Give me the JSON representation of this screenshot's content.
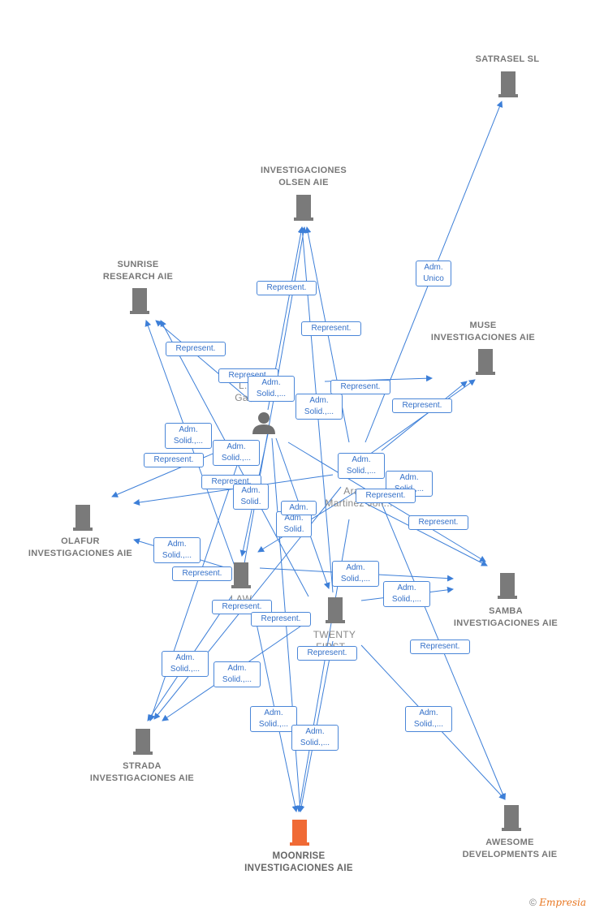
{
  "colors": {
    "link": "#3d7fd8",
    "building": "#7a7a7a",
    "main_building": "#f06a35",
    "tag_text": "#3470c8"
  },
  "nodes": {
    "satrasel": "SATRASEL  SL",
    "olsen": "INVESTIGACIONES\nOLSEN AIE",
    "sunrise": "SUNRISE\nRESEARCH AIE",
    "muse": "MUSE\nINVESTIGACIONES AIE",
    "olafur": "OLAFUR\nINVESTIGACIONES AIE",
    "samba": "SAMBA\nINVESTIGACIONES AIE",
    "strada": "STRADA\nINVESTIGACIONES AIE",
    "moonrise": "MOONRISE\nINVESTIGACIONES AIE",
    "awesome": "AWESOME\nDEVELOPMENTS AIE",
    "law_one": "LAW\nONE...",
    "twenty_first": "TWENTY\nFIRST...",
    "person_ga": "L...\nGa...",
    "person_araq": "Araq...\nMartinez Jon..."
  },
  "tags": {
    "t1": "Adm.\nUnico",
    "t2": "Represent.",
    "t3": "Represent.",
    "t4": "Represent.",
    "t5": "Represent.",
    "t6": "Adm.\nSolid.,...",
    "t7": "Represent.",
    "t8": "Adm.\nSolid.,...",
    "t9": "Represent.",
    "t10": "Adm.\nSolid.,...",
    "t11": "Adm.\nSolid.,...",
    "t12": "Represent.",
    "t13": "Adm.\nSolid.,...",
    "t14": "Represent.",
    "t15": "Adm.\nSolid.,...",
    "t16": "Represent.",
    "t17": "Adm.\nSolid.",
    "t18": "Adm.\nSolid.",
    "t19": "Adm.\nSolid.,...",
    "t20": "Adm.",
    "t21": "Represent.",
    "t22": "Adm.\nSolid.,...",
    "t23": "Adm.\nSolid.,...",
    "t24": "Represent.",
    "t25": "Represent.",
    "t26": "Represent.",
    "t27": "Represent.",
    "t28": "Adm.\nSolid.,...",
    "t29": "Adm.\nSolid.,...",
    "t30": "Adm.\nSolid.,...",
    "t31": "Adm.\nSolid.,...",
    "t32": "Adm.\nSolid.,..."
  },
  "footer": {
    "copyright": "©",
    "brand": "Empresia"
  }
}
